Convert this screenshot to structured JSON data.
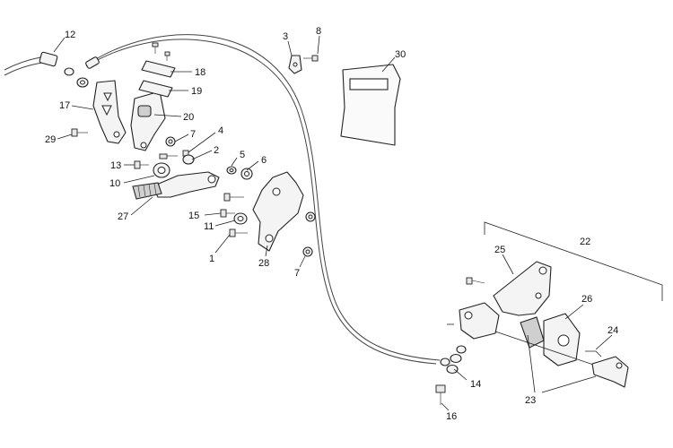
{
  "callouts": [
    {
      "id": "c1",
      "label": "1"
    },
    {
      "id": "c2",
      "label": "2"
    },
    {
      "id": "c3",
      "label": "3"
    },
    {
      "id": "c4",
      "label": "4"
    },
    {
      "id": "c5",
      "label": "5"
    },
    {
      "id": "c6",
      "label": "6"
    },
    {
      "id": "c7a",
      "label": "7"
    },
    {
      "id": "c7b",
      "label": "7"
    },
    {
      "id": "c8",
      "label": "8"
    },
    {
      "id": "c10",
      "label": "10"
    },
    {
      "id": "c11",
      "label": "11"
    },
    {
      "id": "c12",
      "label": "12"
    },
    {
      "id": "c13",
      "label": "13"
    },
    {
      "id": "c14",
      "label": "14"
    },
    {
      "id": "c15",
      "label": "15"
    },
    {
      "id": "c16",
      "label": "16"
    },
    {
      "id": "c17",
      "label": "17"
    },
    {
      "id": "c18",
      "label": "18"
    },
    {
      "id": "c19",
      "label": "19"
    },
    {
      "id": "c20",
      "label": "20"
    },
    {
      "id": "c22",
      "label": "22"
    },
    {
      "id": "c23",
      "label": "23"
    },
    {
      "id": "c24",
      "label": "24"
    },
    {
      "id": "c25",
      "label": "25"
    },
    {
      "id": "c26",
      "label": "26"
    },
    {
      "id": "c27",
      "label": "27"
    },
    {
      "id": "c28",
      "label": "28"
    },
    {
      "id": "c29",
      "label": "29"
    },
    {
      "id": "c30",
      "label": "30"
    }
  ],
  "colors": {
    "line": "#222222",
    "background": "#ffffff",
    "fill": "#f4f4f4"
  }
}
